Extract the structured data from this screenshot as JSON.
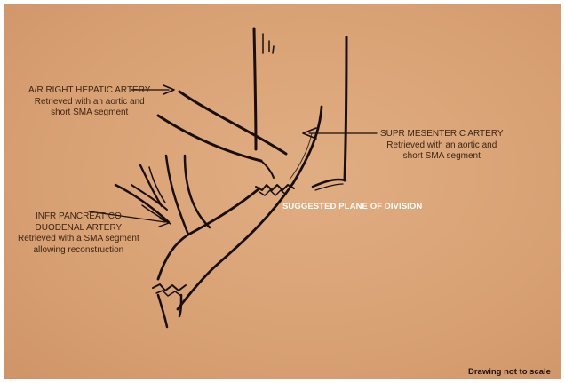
{
  "labels": {
    "hepatic": {
      "title": "A/R RIGHT HEPATIC ARTERY",
      "line1": "Retrieved with an aortic and",
      "line2": "short SMA segment"
    },
    "mesenteric": {
      "title": "SUPR MESENTERIC ARTERY",
      "line1": "Retrieved with an aortic and",
      "line2": "short SMA segment"
    },
    "pancreatico": {
      "title1": "INFR PANCREATICO",
      "title2": "DUODENAL ARTERY",
      "line1": "Retrieved with a SMA segment",
      "line2": "allowing reconstruction"
    },
    "plane": "SUGGESTED PLANE OF DIVISION",
    "scale_note": "Drawing not to scale"
  },
  "colors": {
    "background": "#d9a275",
    "ink": "#1a0f08",
    "label_text": "#3b2414",
    "plane_text": "#ffffff"
  }
}
